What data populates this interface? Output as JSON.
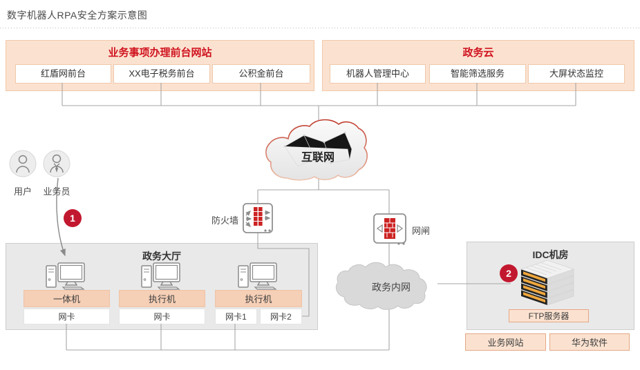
{
  "page_title": "数字机器人RPA安全方案示意图",
  "groups": {
    "front_sites": {
      "title": "业务事项办理前台网站",
      "items": [
        "红盾网前台",
        "XX电子税务前台",
        "公积金前台"
      ]
    },
    "gov_cloud": {
      "title": "政务云",
      "items": [
        "机器人管理中心",
        "智能筛选服务",
        "大屏状态监控"
      ]
    }
  },
  "actors": {
    "user": "用户",
    "clerk": "业务员"
  },
  "clouds": {
    "internet": "互联网",
    "intranet": "政务内网"
  },
  "security": {
    "firewall": "防火墙",
    "gate": "网闸"
  },
  "gov_hall": {
    "title": "政务大厅",
    "machines": [
      {
        "label": "一体机",
        "nics": [
          "网卡"
        ]
      },
      {
        "label": "执行机",
        "nics": [
          "网卡"
        ]
      },
      {
        "label": "执行机",
        "nics": [
          "网卡1",
          "网卡2"
        ]
      }
    ]
  },
  "idc": {
    "title": "IDC机房",
    "server": "FTP服务器",
    "related": [
      "业务网站",
      "华为软件"
    ]
  },
  "badges": {
    "step1": "1",
    "step2": "2"
  },
  "colors": {
    "accent_red": "#d0121f",
    "badge_red": "#c2182f",
    "peach_fill": "#fbe2d0",
    "peach_border": "#f2c8aa",
    "machine_fill": "#f5cfb6",
    "gray_zone": "#e9e9e9",
    "wire": "#a6a6a6",
    "brick_red": "#cc2222",
    "server_orange": "#efa73d"
  }
}
